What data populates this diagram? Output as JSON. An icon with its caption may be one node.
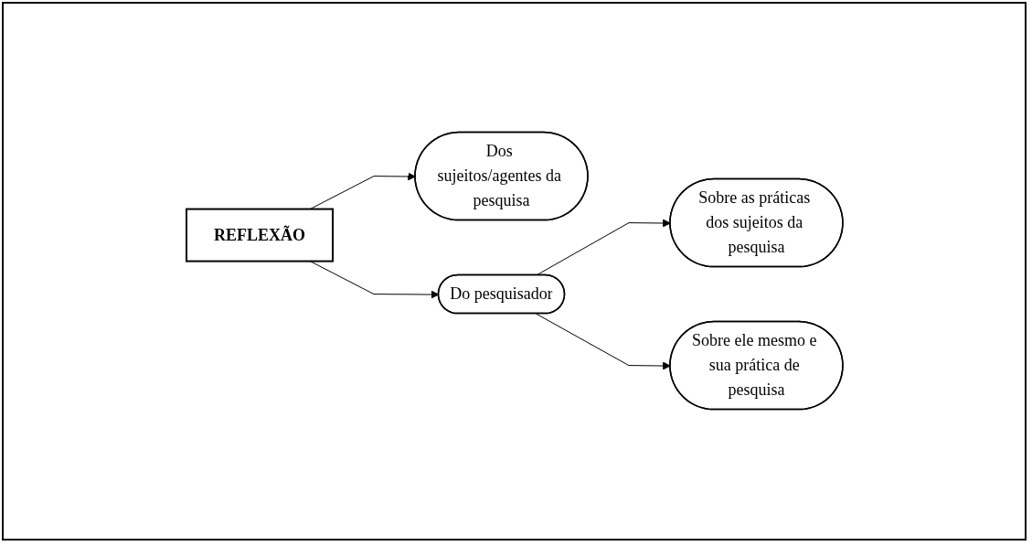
{
  "diagram": {
    "nodes": [
      {
        "text": [
          "REFLEXÃO"
        ]
      },
      {
        "text": [
          "Dos sujeitos/agentes da pesquisa"
        ]
      },
      {
        "text": [
          "Do pesquisador"
        ]
      },
      {
        "text": [
          "Sobre as práticas dos sujeitos da pesquisa"
        ]
      },
      {
        "text": [
          "Sobre ele mesmo e sua prática de pesquisa"
        ]
      }
    ],
    "edges": [
      {
        "from": 0,
        "to": 1,
        "arrow": "to"
      },
      {
        "from": 0,
        "to": 2,
        "arrow": "to"
      },
      {
        "from": 2,
        "to": 3,
        "arrow": "to"
      },
      {
        "from": 2,
        "to": 4,
        "arrow": "to"
      }
    ]
  }
}
